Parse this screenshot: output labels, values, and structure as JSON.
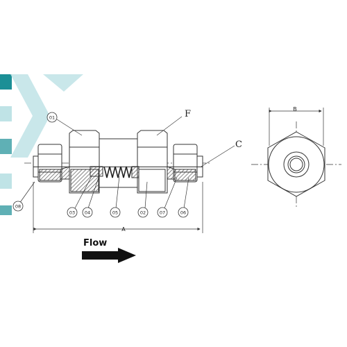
{
  "diagram": {
    "flow_label": "Flow",
    "callouts": {
      "letters": [
        "F",
        "C"
      ],
      "dimensions": [
        "A",
        "B"
      ],
      "balloons": [
        "01",
        "08",
        "03",
        "04",
        "05",
        "02",
        "07",
        "06"
      ]
    },
    "colors": {
      "teal_dark": "#1b8f96",
      "teal_light": "#bfe3e6",
      "line": "#333333",
      "hatch": "#555555"
    }
  }
}
